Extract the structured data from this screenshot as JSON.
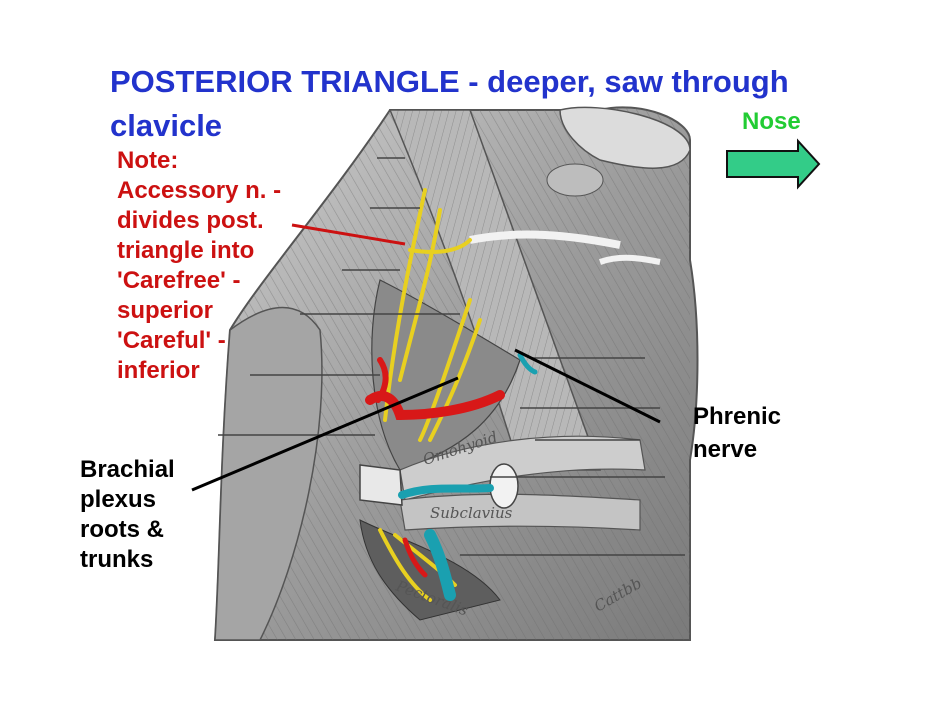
{
  "title": {
    "line1": "POSTERIOR TRIANGLE - deeper, saw through",
    "line2": "clavicle"
  },
  "nose": {
    "label": "Nose",
    "arrow_icon": "right-arrow-icon",
    "arrow_color": "#33cc88"
  },
  "note": {
    "lines": [
      "Note:",
      "Accessory n. -",
      "divides post.",
      "triangle into",
      "'Carefree' -",
      "superior",
      "'Careful' -",
      "inferior"
    ],
    "color": "#cc1111"
  },
  "brachial": {
    "lines": [
      "Brachial",
      "plexus",
      "roots &",
      "trunks"
    ]
  },
  "phrenic": {
    "lines": [
      "Phrenic",
      "nerve"
    ]
  },
  "illustration": {
    "engraved_labels": [
      "Omohyoid",
      "Subclavius",
      "Pectoralis"
    ],
    "signature": "Cattbb"
  },
  "colors": {
    "title": "#2233cc",
    "nose": "#22cc33",
    "nerve": "#e8d020",
    "artery": "#d81818",
    "vein": "#1aa0b0"
  }
}
